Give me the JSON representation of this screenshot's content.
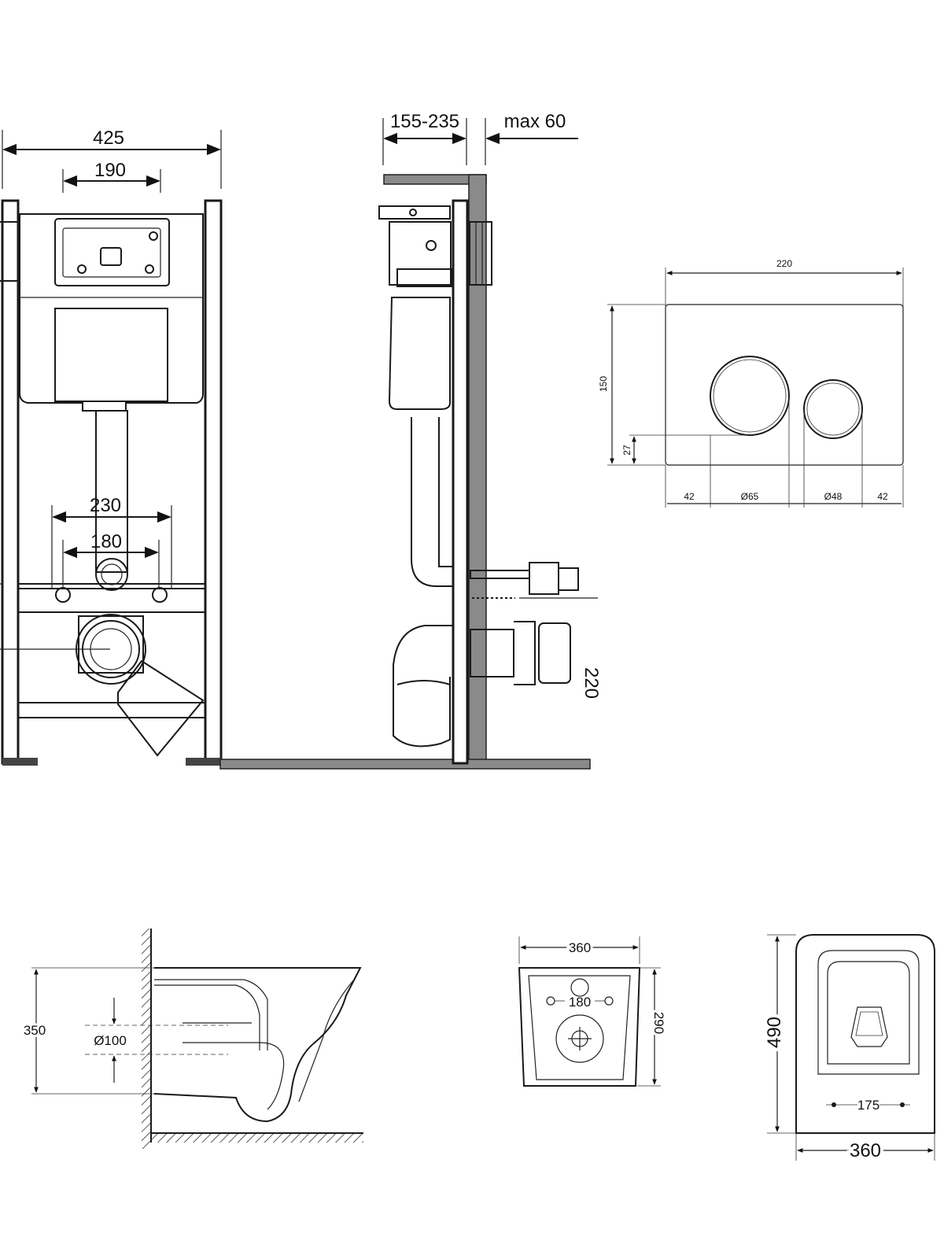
{
  "frame_front": {
    "width_total": "425",
    "width_panel": "190",
    "width_studs": "230",
    "width_inner": "180"
  },
  "frame_side": {
    "depth_range": "155-235",
    "depth_max": "max 60",
    "cut_label": "220"
  },
  "flush_plate": {
    "width": "220",
    "height": "150",
    "offset_bottom": "27",
    "margin_left": "42",
    "button_large": "Ø65",
    "button_small": "Ø48",
    "margin_right": "42"
  },
  "bowl_side": {
    "height": "350",
    "outlet": "Ø100"
  },
  "bowl_back": {
    "width": "360",
    "height": "290",
    "bolt_spacing": "180"
  },
  "bowl_top": {
    "length": "490",
    "width": "360",
    "bolt_spacing": "175"
  },
  "colors": {
    "line": "#1a1a1a",
    "wall_fill": "#8a8a8a",
    "background": "#ffffff"
  }
}
